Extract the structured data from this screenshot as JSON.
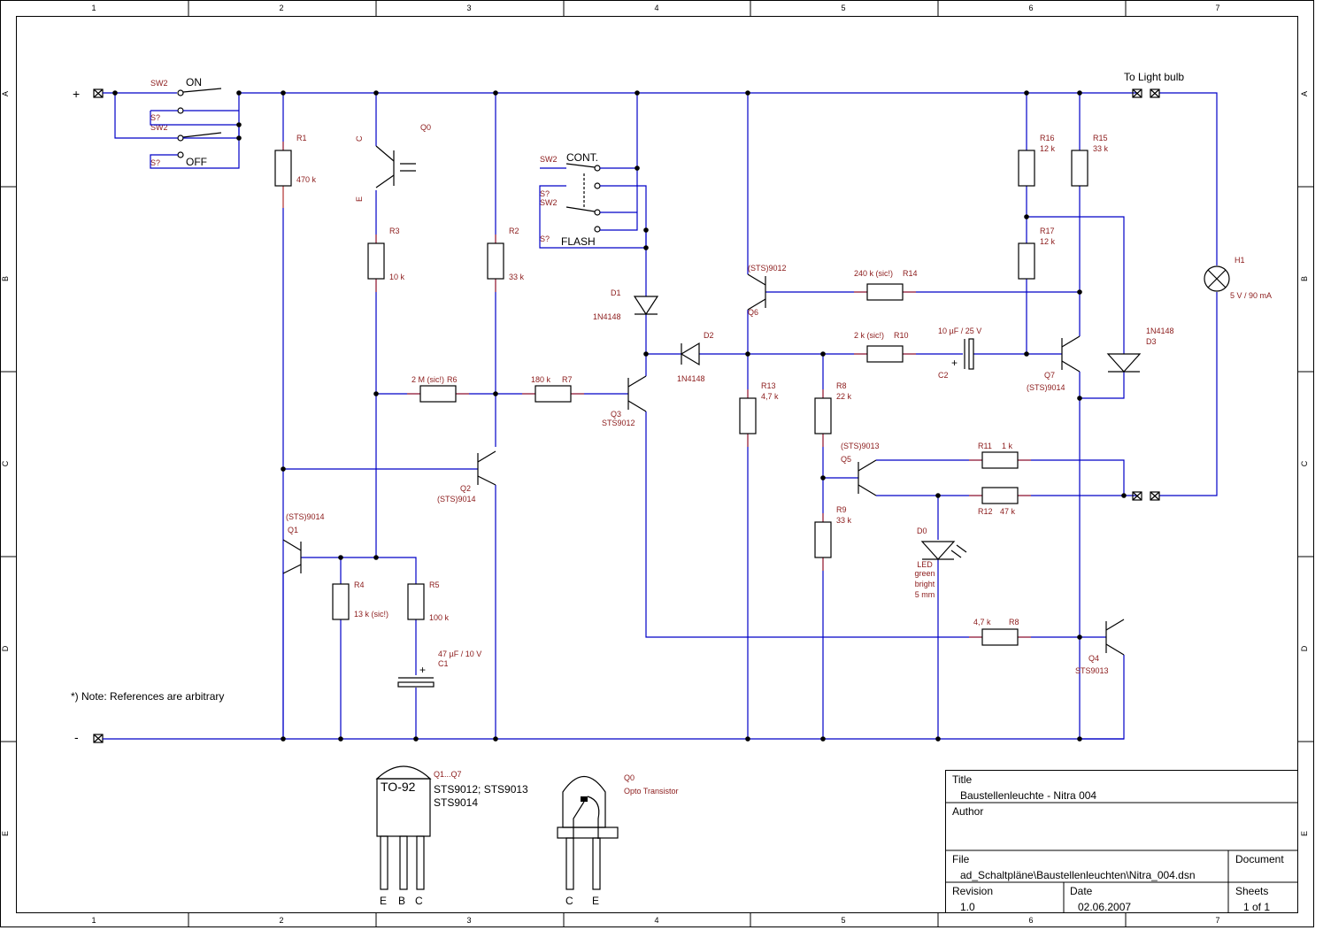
{
  "grid": {
    "columns": [
      "1",
      "2",
      "3",
      "4",
      "5",
      "6",
      "7"
    ],
    "rows": [
      "A",
      "B",
      "C",
      "D",
      "E"
    ]
  },
  "supply": {
    "plus": "+",
    "minus": "-"
  },
  "switches": {
    "sw2_a": "SW2",
    "s_a": "S?",
    "sw2_b": "SW2",
    "s_b": "S?",
    "on": "ON",
    "off": "OFF",
    "sw2_c": "SW2",
    "cont": "CONT.",
    "s_c": "S?",
    "sw2_d": "SW2",
    "s_d": "S?",
    "flash": "FLASH"
  },
  "note": "*) Note: References are arbitrary",
  "connector_label": "To Light bulb",
  "components": {
    "r1": {
      "ref": "R1",
      "value": "470 k"
    },
    "r2": {
      "ref": "R2",
      "value": "33 k"
    },
    "r3": {
      "ref": "R3",
      "value": "10 k"
    },
    "r4": {
      "ref": "R4",
      "value": "13 k (sic!)"
    },
    "r5": {
      "ref": "R5",
      "value": "100 k"
    },
    "r6": {
      "ref": "R6",
      "value": "2 M (sic!)"
    },
    "r7": {
      "ref": "R7",
      "value": "180 k"
    },
    "r8a": {
      "ref": "R8",
      "value": "22 k"
    },
    "r8b": {
      "ref": "R8",
      "value": "4,7 k"
    },
    "r9": {
      "ref": "R9",
      "value": "33 k"
    },
    "r10": {
      "ref": "R10",
      "value": "2 k (sic!)"
    },
    "r11": {
      "ref": "R11",
      "value": "1 k"
    },
    "r12": {
      "ref": "R12",
      "value": "47 k"
    },
    "r13": {
      "ref": "R13",
      "value": "4,7 k"
    },
    "r14": {
      "ref": "R14",
      "value": "240 k (sic!)"
    },
    "r15": {
      "ref": "R15",
      "value": "33 k"
    },
    "r16": {
      "ref": "R16",
      "value": "12 k"
    },
    "r17": {
      "ref": "R17",
      "value": "12 k"
    },
    "c1": {
      "ref": "C1",
      "value": "47 µF / 10 V"
    },
    "c2": {
      "ref": "C2",
      "value": "10 µF / 25 V"
    },
    "d1": {
      "ref": "D1",
      "value": "1N4148"
    },
    "d2": {
      "ref": "D2",
      "value": "1N4148"
    },
    "d3": {
      "ref": "D3",
      "value": "1N4148"
    },
    "d0": {
      "ref": "D0",
      "l1": "LED",
      "l2": "green",
      "l3": "bright",
      "l4": "5 mm"
    },
    "h1": {
      "ref": "H1",
      "value": "5 V / 90 mA"
    },
    "q0": {
      "ref": "Q0",
      "c": "C",
      "e": "E"
    },
    "q1": {
      "ref": "Q1",
      "type": "(STS)9014"
    },
    "q2": {
      "ref": "Q2",
      "type": "(STS)9014"
    },
    "q3": {
      "ref": "Q3",
      "type": "STS9012"
    },
    "q4": {
      "ref": "Q4",
      "type": "STS9013"
    },
    "q5": {
      "ref": "Q5",
      "type": "(STS)9013"
    },
    "q6": {
      "ref": "Q6",
      "type": "(STS)9012"
    },
    "q7": {
      "ref": "Q7",
      "type": "(STS)9014"
    }
  },
  "packages": {
    "to92": {
      "name": "TO-92",
      "refs": "Q1...Q7",
      "types1": "STS9012; STS9013",
      "types2": "STS9014",
      "pins": [
        "E",
        "B",
        "C"
      ]
    },
    "opto": {
      "ref": "Q0",
      "name": "Opto Transistor",
      "pins": [
        "C",
        "E"
      ]
    }
  },
  "title_block": {
    "title_label": "Title",
    "title": "Baustellenleuchte - Nitra 004",
    "author_label": "Author",
    "file_label": "File",
    "file": "ad_Schaltpläne\\Baustellenleuchten\\Nitra_004.dsn",
    "document_label": "Document",
    "revision_label": "Revision",
    "revision": "1.0",
    "date_label": "Date",
    "date": "02.06.2007",
    "sheets_label": "Sheets",
    "sheets": "1 of 1"
  }
}
